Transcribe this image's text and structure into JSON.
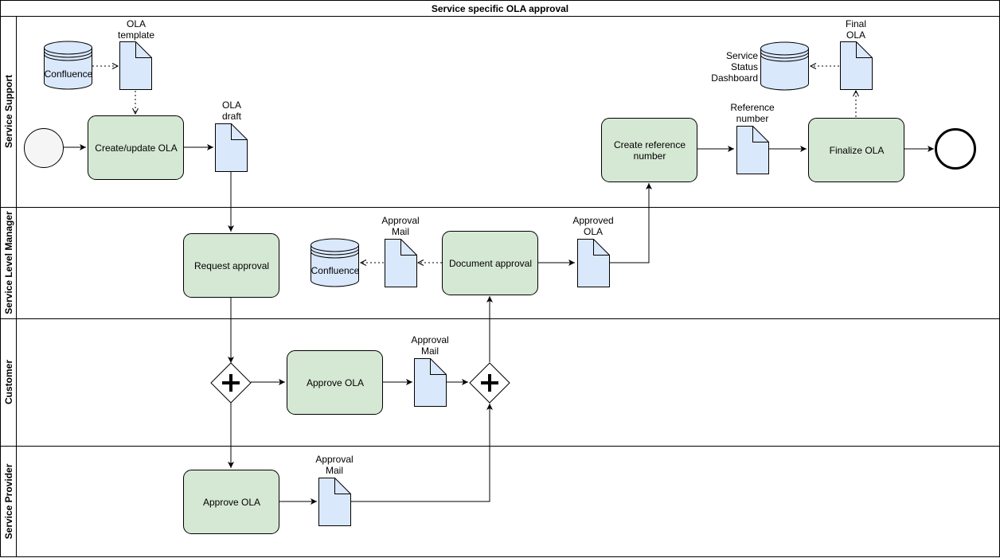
{
  "title": "Service specific OLA approval",
  "lanes": {
    "support": "Service Support",
    "slm": "Service Level Manager",
    "customer": "Customer",
    "provider": "Service Provider"
  },
  "tasks": {
    "create_update": "Create/update OLA",
    "request_approval": "Request approval",
    "approve_customer": "Approve OLA",
    "approve_provider": "Approve OLA",
    "document_approval": "Document approval",
    "create_ref_1": "Create reference",
    "create_ref_2": "number",
    "finalize": "Finalize OLA"
  },
  "datastores": {
    "confluence_top": "Confluence",
    "confluence_slm": "Confluence",
    "dashboard_1": "Service",
    "dashboard_2": "Status",
    "dashboard_3": "Dashboard"
  },
  "documents": {
    "template_1": "OLA",
    "template_2": "template",
    "draft_1": "OLA",
    "draft_2": "draft",
    "mail_slm_1": "Approval",
    "mail_slm_2": "Mail",
    "approved_1": "Approved",
    "approved_2": "OLA",
    "mail_cust_1": "Approval",
    "mail_cust_2": "Mail",
    "mail_prov_1": "Approval",
    "mail_prov_2": "Mail",
    "ref_1": "Reference",
    "ref_2": "number",
    "final_1": "Final",
    "final_2": "OLA"
  },
  "colors": {
    "task_fill": "#d5e8d4",
    "doc_fill": "#dae8fc",
    "start_fill": "#f5f5f5",
    "line": "#000000"
  }
}
